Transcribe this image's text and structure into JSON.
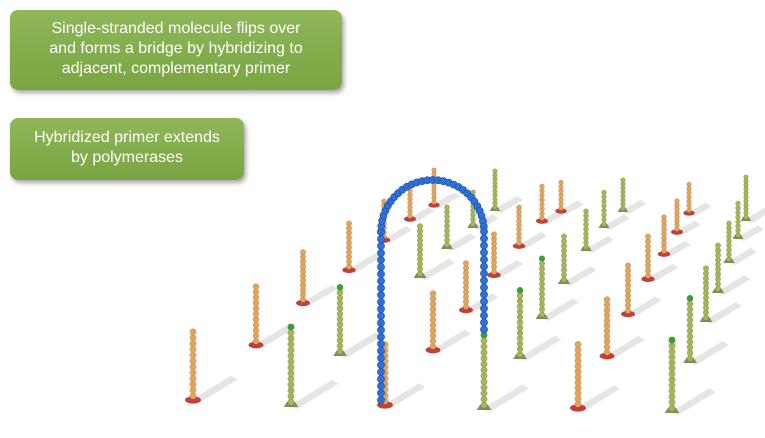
{
  "callouts": {
    "bridge": "Single-stranded molecule flips over\nand forms a bridge by hybridizing to\nadjacent, complementary primer",
    "extend": "Hybridized primer extends\nby polymerases"
  },
  "colors": {
    "callout_bg": "#7fab47",
    "callout_text": "#ffffff",
    "primer_orange": "#e3a55e",
    "primer_green": "#a7b55a",
    "anchor_red": "#c0403a",
    "anchor_olive": "#8a8a5a",
    "bridge_blue": "#2f6fd6",
    "tip_green": "#3f9a3a"
  },
  "icons": {
    "primer_strand": "bead-chain",
    "bridge_strand": "blue-bead-arch",
    "surface": "flow-cell-lawn"
  }
}
